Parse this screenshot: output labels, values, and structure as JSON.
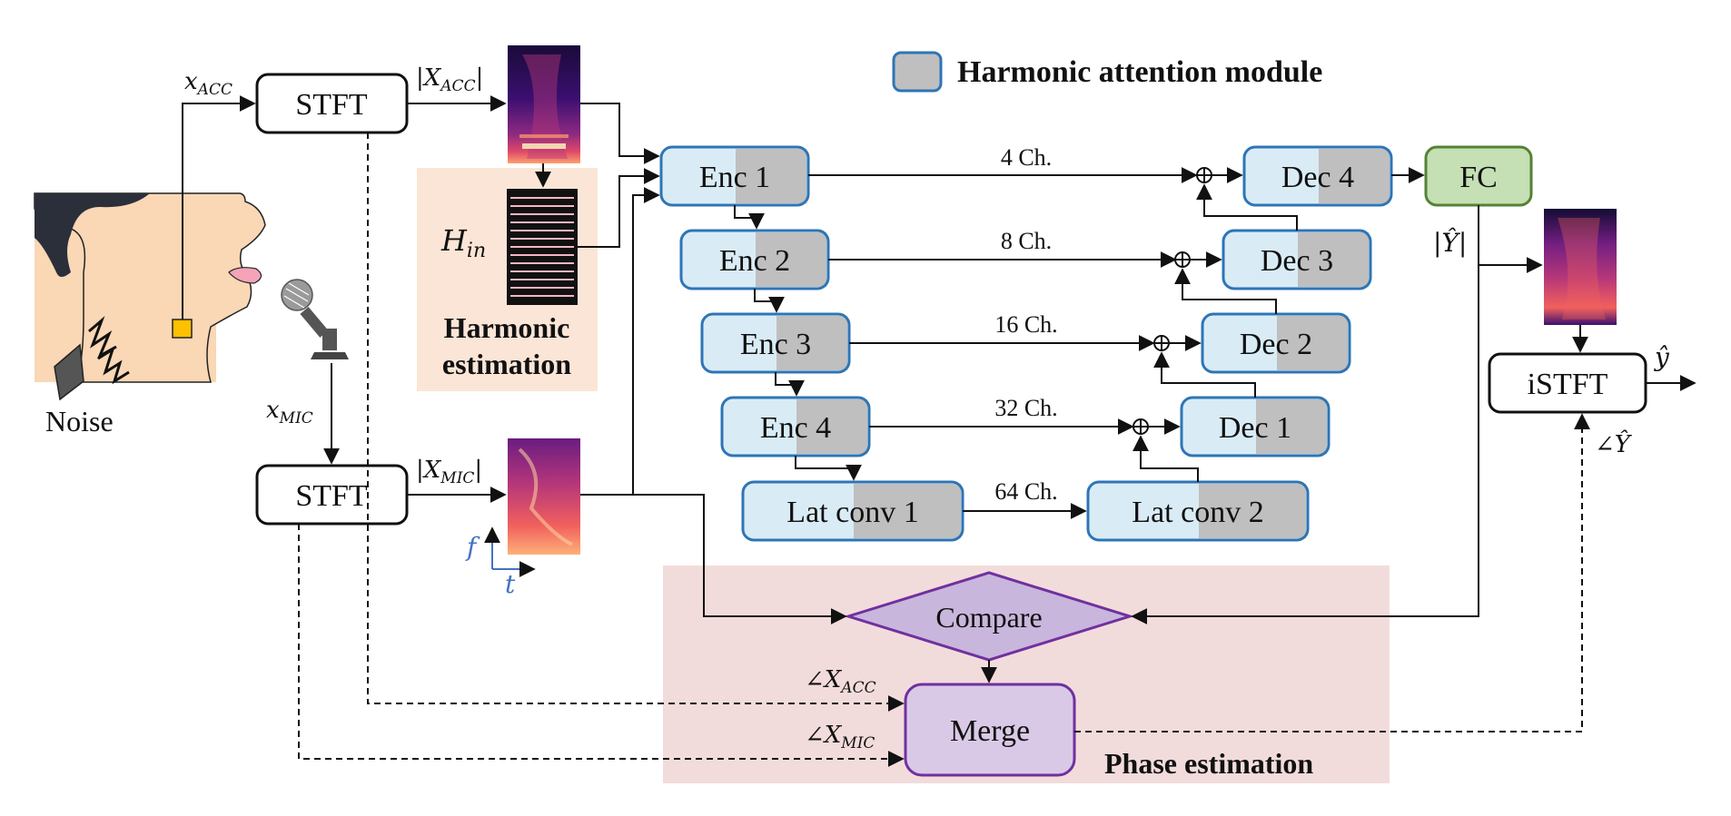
{
  "legend": {
    "label": "Harmonic attention module"
  },
  "inputs": {
    "noise": "Noise",
    "x_acc": "x",
    "x_acc_sub": "ACC",
    "x_mic": "x",
    "x_mic_sub": "MIC"
  },
  "stft": {
    "acc": "STFT",
    "mic": "STFT"
  },
  "magnitudes": {
    "acc": "|X",
    "acc_sub": "ACC",
    "acc_close": "|",
    "mic": "|X",
    "mic_sub": "MIC",
    "mic_close": "|"
  },
  "axes": {
    "f": "f",
    "t": "t"
  },
  "harmonic": {
    "h": "H",
    "h_sub": "in",
    "title_line1": "Harmonic",
    "title_line2": "estimation"
  },
  "encoders": [
    "Enc 1",
    "Enc 2",
    "Enc 3",
    "Enc 4"
  ],
  "decoders": [
    "Dec 4",
    "Dec 3",
    "Dec 2",
    "Dec 1"
  ],
  "latent": [
    "Lat conv 1",
    "Lat conv 2"
  ],
  "channels": [
    "4 Ch.",
    "8 Ch.",
    "16 Ch.",
    "32 Ch.",
    "64 Ch."
  ],
  "fc": "FC",
  "y_mag": "|Ŷ|",
  "istft": "iSTFT",
  "y_hat": "ŷ",
  "y_phase": "∠Ŷ",
  "phase": {
    "compare": "Compare",
    "merge": "Merge",
    "angle_acc": "∠X",
    "angle_acc_sub": "ACC",
    "angle_mic": "∠X",
    "angle_mic_sub": "MIC",
    "title": "Phase estimation"
  },
  "colors": {
    "block_fill": "#d9ecf6",
    "block_stroke": "#2e75b6",
    "attention_gray": "#bfbfbf",
    "fc_fill": "#c5e0b4",
    "fc_stroke": "#548235",
    "phase_bg": "#f2dcdb",
    "harmonic_bg": "#fbe5d6",
    "diamond_fill": "#c9b6dc",
    "diamond_stroke": "#7030a0",
    "skin": "#fad7b5",
    "accel": "#ffc000"
  }
}
